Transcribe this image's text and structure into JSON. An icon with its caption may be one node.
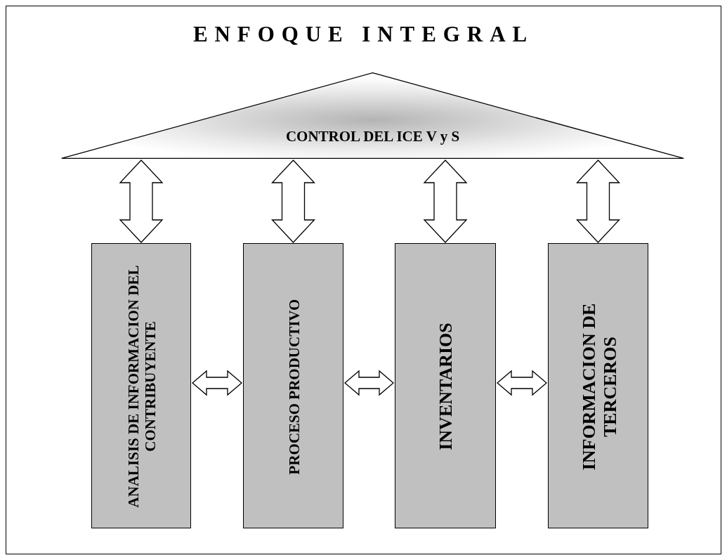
{
  "diagram": {
    "title": "ENFOQUE INTEGRAL",
    "nodes": [
      {
        "text": [
          "CONTROL DEL ICE V y S"
        ]
      },
      {
        "text": [
          "ANALISIS DE INFORMACION DEL CONTRIBUYENTE"
        ]
      },
      {
        "text": [
          "PROCESO PRODUCTIVO"
        ]
      },
      {
        "text": [
          "INVENTARIOS"
        ]
      },
      {
        "text": [
          "INFORMACION DE TERCEROS"
        ]
      }
    ],
    "edges": [
      {
        "from": 0,
        "to": 1,
        "arrow": "both"
      },
      {
        "from": 0,
        "to": 2,
        "arrow": "both"
      },
      {
        "from": 0,
        "to": 3,
        "arrow": "both"
      },
      {
        "from": 0,
        "to": 4,
        "arrow": "both"
      },
      {
        "from": 1,
        "to": 2,
        "arrow": "both"
      },
      {
        "from": 2,
        "to": 3,
        "arrow": "both"
      },
      {
        "from": 3,
        "to": 4,
        "arrow": "both"
      }
    ]
  }
}
